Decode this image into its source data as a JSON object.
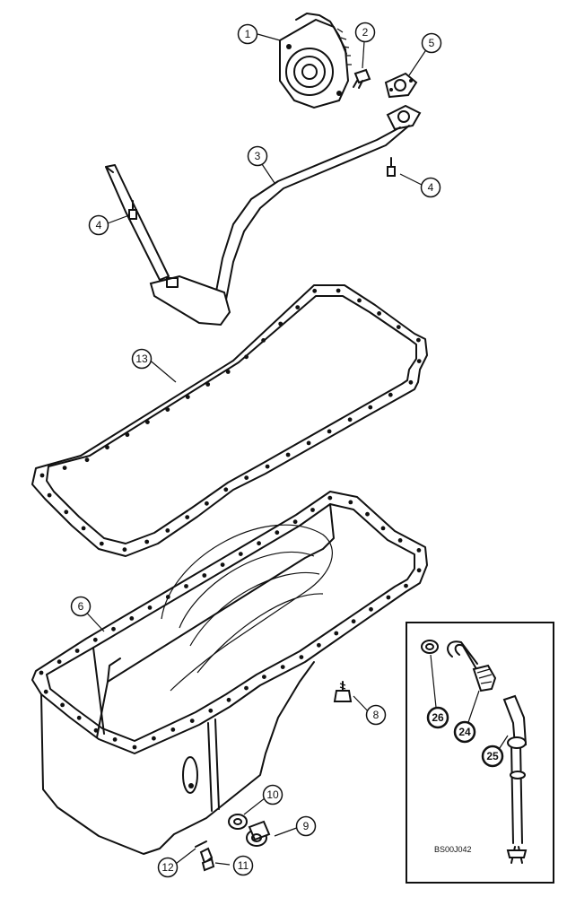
{
  "callouts": {
    "c1": "1",
    "c2": "2",
    "c3": "3",
    "c4a": "4",
    "c4b": "4",
    "c5": "5",
    "c6": "6",
    "c8": "8",
    "c9": "9",
    "c10": "10",
    "c11": "11",
    "c12": "12",
    "c13": "13",
    "c24": "24",
    "c25": "25",
    "c26": "26"
  },
  "inset": {
    "code": "BS00J042"
  }
}
